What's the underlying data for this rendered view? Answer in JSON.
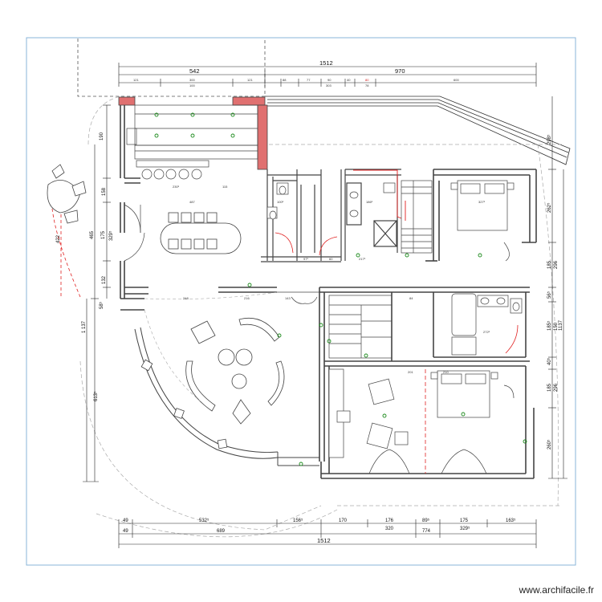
{
  "watermark": "www.archifacile.fr",
  "top_dims": {
    "row1": [
      "542",
      "1512",
      "970"
    ],
    "row2": [
      "121",
      "300",
      "121",
      "88",
      "77",
      "90",
      "40",
      "80",
      "600"
    ],
    "row2b": [
      "100",
      "303",
      "78"
    ]
  },
  "bottom_dims": {
    "row1": [
      "49",
      "532⁵",
      "156⁵",
      "170",
      "176",
      "89⁵",
      "175",
      "163⁵"
    ],
    "row2": [
      "49",
      "689",
      "320",
      "774",
      "329⁵"
    ],
    "row3": [
      "1512"
    ]
  },
  "left_dims": [
    "190",
    "158",
    "465",
    "175",
    "132",
    "58⁵",
    "1 137",
    "613⁵",
    "422"
  ],
  "left_dims_b": [
    "329⁵"
  ],
  "right_dims": [
    "298⁵",
    "262⁵",
    "185",
    "296",
    "56⁵",
    "185⁵",
    "150",
    "40⁵",
    "185",
    "296",
    "260⁵"
  ],
  "right_dims_b": [
    "1137"
  ],
  "room_dims": [
    "230⁵",
    "487",
    "115",
    "216",
    "100⁵",
    "186⁵",
    "327⁵",
    "272⁵",
    "143",
    "248",
    "217⁵",
    "97⁵",
    "60",
    "84",
    "201",
    "210"
  ],
  "colors": {
    "wall": "#444444",
    "cut_wall": "#e07070",
    "dash": "#999999",
    "red_line": "#e02020",
    "frame": "#8ab4d8",
    "marker": "#1c8a1c"
  }
}
